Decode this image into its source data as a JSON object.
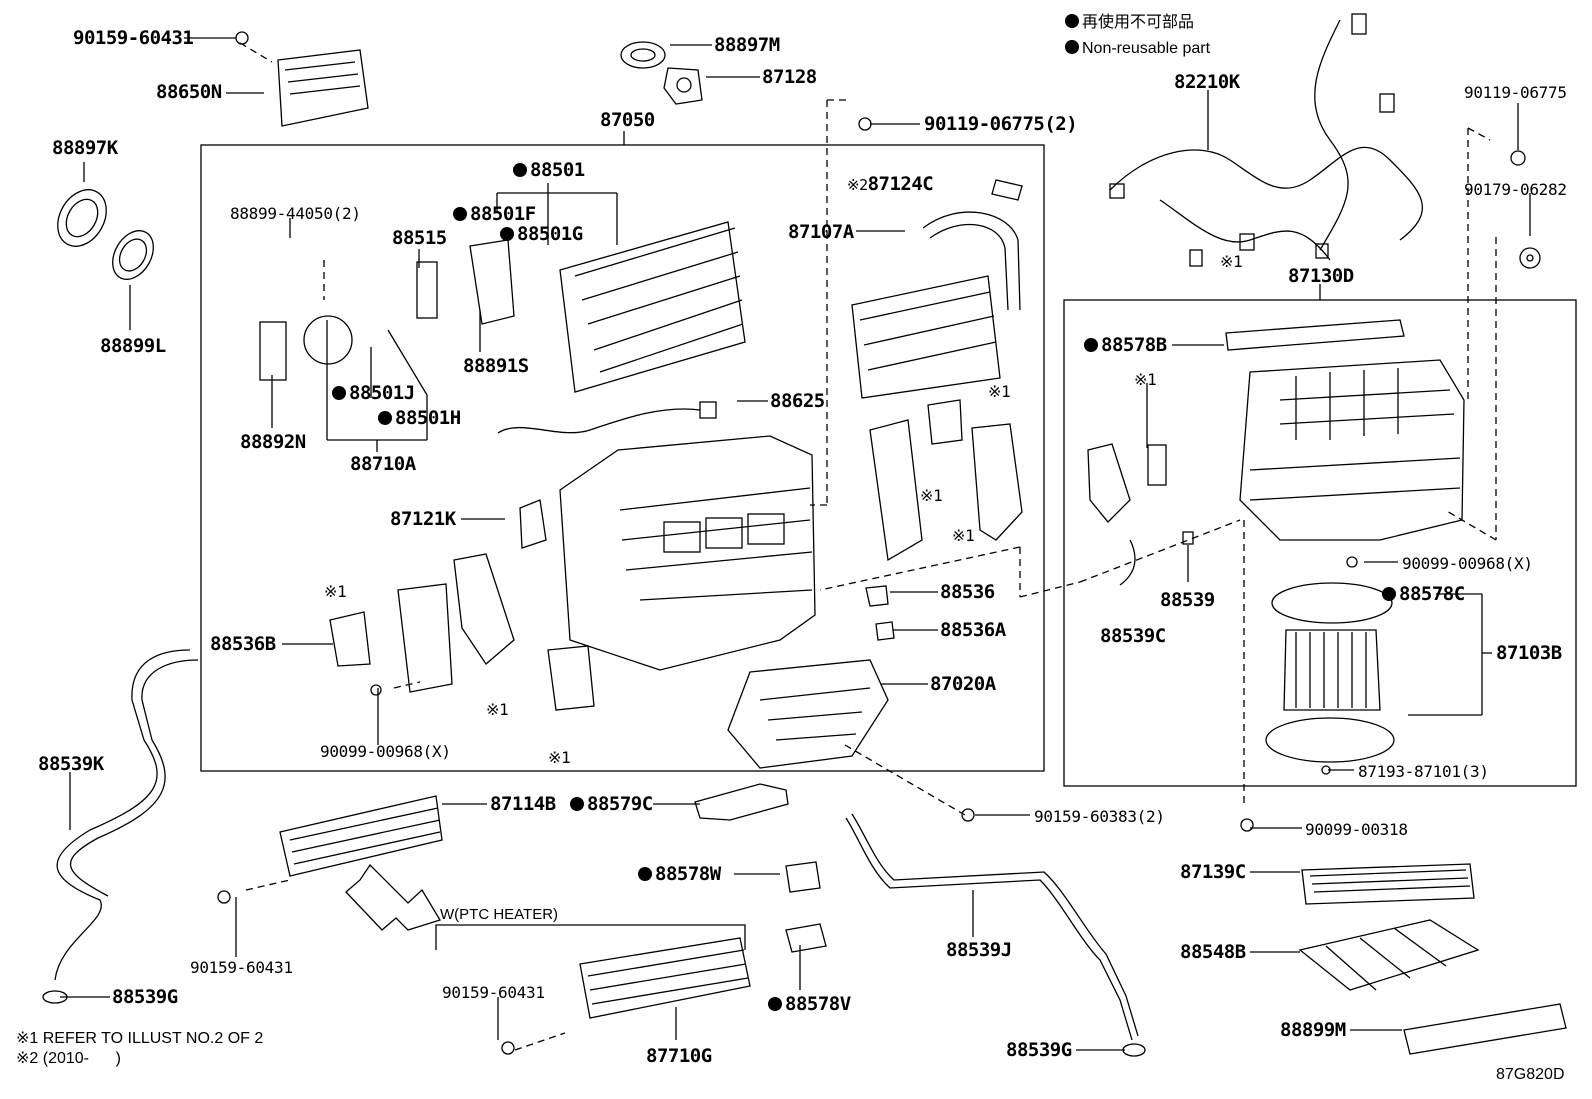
{
  "legend": {
    "jp": "再使用不可部品",
    "en": "Non-reusable part"
  },
  "footnotes": {
    "note1": "※1 REFER TO ILLUST NO.2 OF 2",
    "note2": "※2 (2010-      )"
  },
  "group_label": "W(PTC HEATER)",
  "figure_code": "87G820D",
  "parts": {
    "p90159_60431_top": "90159-60431",
    "p88650N": "88650N",
    "p88897M": "88897M",
    "p87128": "87128",
    "p87050": "87050",
    "p90119_06775_2": "90119-06775(2)",
    "p88897K": "88897K",
    "p88899L": "88899L",
    "p88899_44050": "88899-44050(2)",
    "p88515": "88515",
    "p88501": "88501",
    "p88501F": "88501F",
    "p88501G": "88501G",
    "p88891S": "88891S",
    "p88892N": "88892N",
    "p88501J": "88501J",
    "p88501H": "88501H",
    "p88710A": "88710A",
    "p87124C": "87124C",
    "p87124C_mark": "※2",
    "p87107A": "87107A",
    "p88625": "88625",
    "p87121K": "87121K",
    "p88536": "88536",
    "p88536A": "88536A",
    "p88536B": "88536B",
    "p87020A": "87020A",
    "p90099_00968_left": "90099-00968(X)",
    "p82210K": "82210K",
    "p90119_06775_r": "90119-06775",
    "p90179_06282": "90179-06282",
    "p87130D": "87130D",
    "p88578B": "88578B",
    "p90099_00968_right": "90099-00968(X)",
    "p88539": "88539",
    "p88539C": "88539C",
    "p88578C": "88578C",
    "p87103B": "87103B",
    "p87193_87101": "87193-87101(3)",
    "p90099_00318": "90099-00318",
    "p87139C": "87139C",
    "p88548B": "88548B",
    "p88899M": "88899M",
    "p88539K": "88539K",
    "p87114B": "87114B",
    "p88579C": "88579C",
    "p90159_60383": "90159-60383(2)",
    "p88578W": "88578W",
    "p90159_60431_mid": "90159-60431",
    "p88539J": "88539J",
    "p88539G_left": "88539G",
    "p90159_60431_bot": "90159-60431",
    "p88578V": "88578V",
    "p87710G": "87710G",
    "p88539G_right": "88539G",
    "ref1": "※1",
    "ref2": "※1",
    "ref3": "※1",
    "ref4": "※1",
    "ref5": "※1",
    "ref6": "※1",
    "ref7": "※1",
    "ref8": "※1"
  }
}
